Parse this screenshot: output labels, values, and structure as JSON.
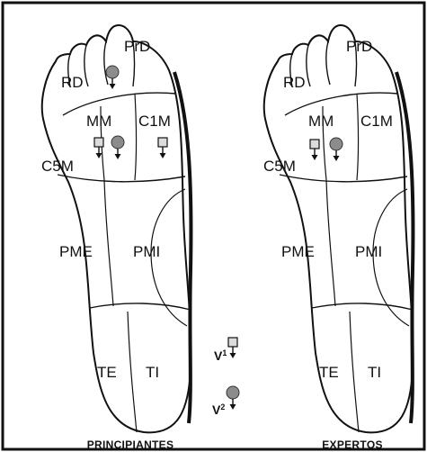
{
  "colors": {
    "outline": "#111111",
    "square_fill": "#dcdcdc",
    "circle_fill": "#8c8c8c"
  },
  "feet": [
    {
      "caption": "PRINCIPIANTES",
      "zones": {
        "prd": "PrD",
        "rd": "RD",
        "mm": "MM",
        "c1m": "C1M",
        "c5m": "C5M",
        "pme": "PME",
        "pmi": "PMI",
        "te": "TE",
        "ti": "TI"
      }
    },
    {
      "caption": "EXPERTOS",
      "zones": {
        "prd": "PrD",
        "rd": "RD",
        "mm": "MM",
        "c1m": "C1M",
        "c5m": "C5M",
        "pme": "PME",
        "pmi": "PMI",
        "te": "TE",
        "ti": "TI"
      }
    }
  ],
  "legend": {
    "v1": {
      "letter": "V",
      "sup": "1",
      "icon": "square-down-arrow"
    },
    "v2": {
      "letter": "V",
      "sup": "2",
      "icon": "circle-down-arrow"
    }
  }
}
